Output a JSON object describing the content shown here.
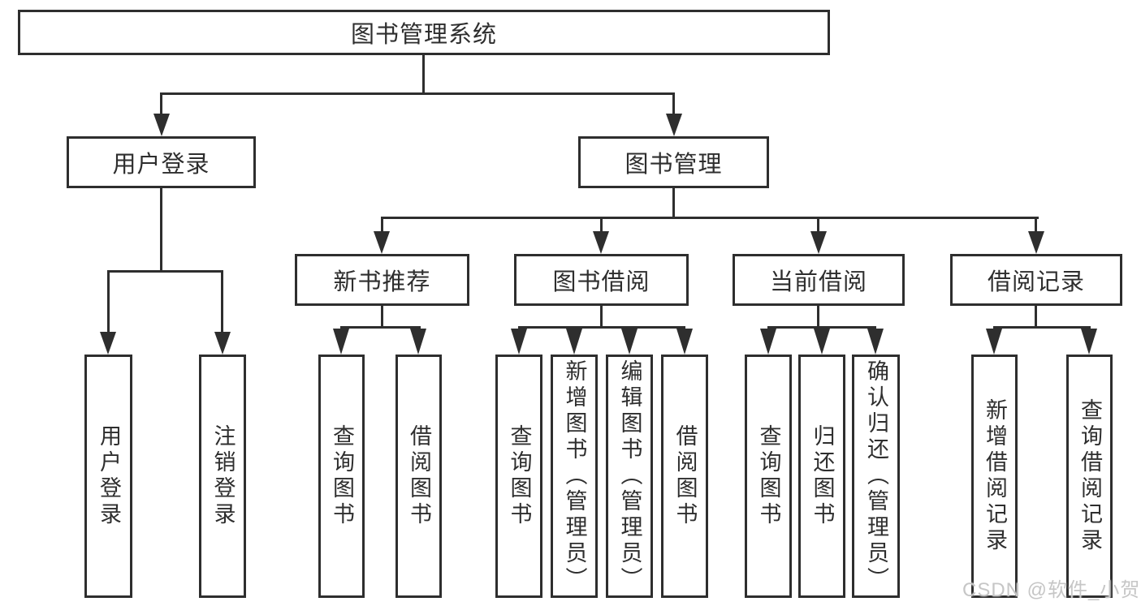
{
  "tree": {
    "root": "图书管理系统",
    "branches": [
      {
        "label": "用户登录",
        "children": [
          "用户登录",
          "注销登录"
        ]
      },
      {
        "label": "图书管理",
        "children": [
          {
            "label": "新书推荐",
            "children": [
              "查询图书",
              "借阅图书"
            ]
          },
          {
            "label": "图书借阅",
            "children": [
              "查询图书",
              "新增图书（管理员）",
              "编辑图书（管理员）",
              "借阅图书"
            ]
          },
          {
            "label": "当前借阅",
            "children": [
              "查询图书",
              "归还图书",
              "确认归还（管理员）"
            ]
          },
          {
            "label": "借阅记录",
            "children": [
              "新增借阅记录",
              "查询借阅记录"
            ]
          }
        ]
      }
    ]
  },
  "watermark": "CSDN @软件_小贺同学",
  "colors": {
    "line": "#2e2e2e",
    "text": "#2e2e2e",
    "background": "#ffffff",
    "watermark": "#c6c6c6"
  }
}
